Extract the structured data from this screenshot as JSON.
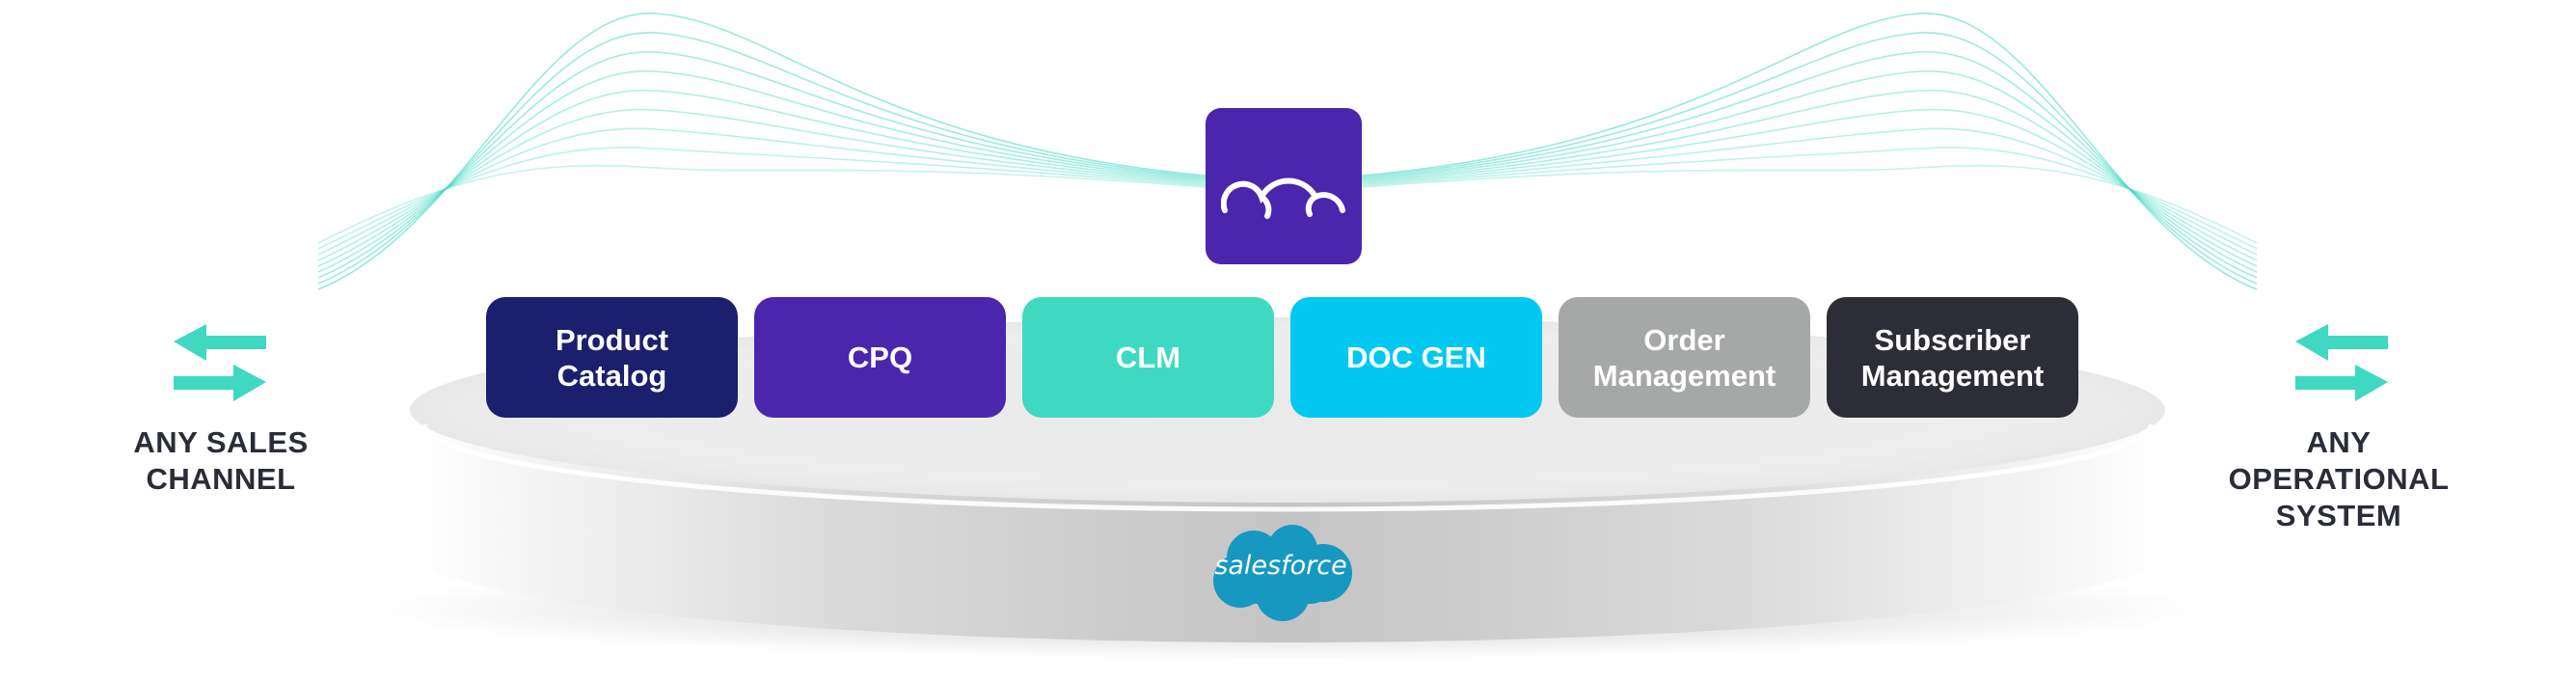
{
  "colors": {
    "brand_purple": "#4a26ad",
    "accent_teal": "#3fd9c1",
    "salesforce_blue": "#1798c1"
  },
  "hub": {
    "icon": "cloud-icon"
  },
  "modules": [
    {
      "id": "product-catalog",
      "lines": [
        "Product",
        "Catalog"
      ],
      "color": "#1b1f6e"
    },
    {
      "id": "cpq",
      "lines": [
        "CPQ"
      ],
      "color": "#4a26ad"
    },
    {
      "id": "clm",
      "lines": [
        "CLM"
      ],
      "color": "#3fd9c1"
    },
    {
      "id": "doc-gen",
      "lines": [
        "DOC GEN"
      ],
      "color": "#00c8f0"
    },
    {
      "id": "order-management",
      "lines": [
        "Order",
        "Management"
      ],
      "color": "#a6a8a8"
    },
    {
      "id": "subscriber-management",
      "lines": [
        "Subscriber",
        "Management"
      ],
      "color": "#2c2d36"
    }
  ],
  "left": {
    "icon": "exchange-arrows-icon",
    "label_lines": [
      "ANY SALES",
      "CHANNEL"
    ]
  },
  "right": {
    "icon": "exchange-arrows-icon",
    "label_lines": [
      "ANY",
      "OPERATIONAL",
      "SYSTEM"
    ]
  },
  "platform": {
    "logo_text": "salesforce",
    "logo_icon": "salesforce-cloud-icon"
  }
}
